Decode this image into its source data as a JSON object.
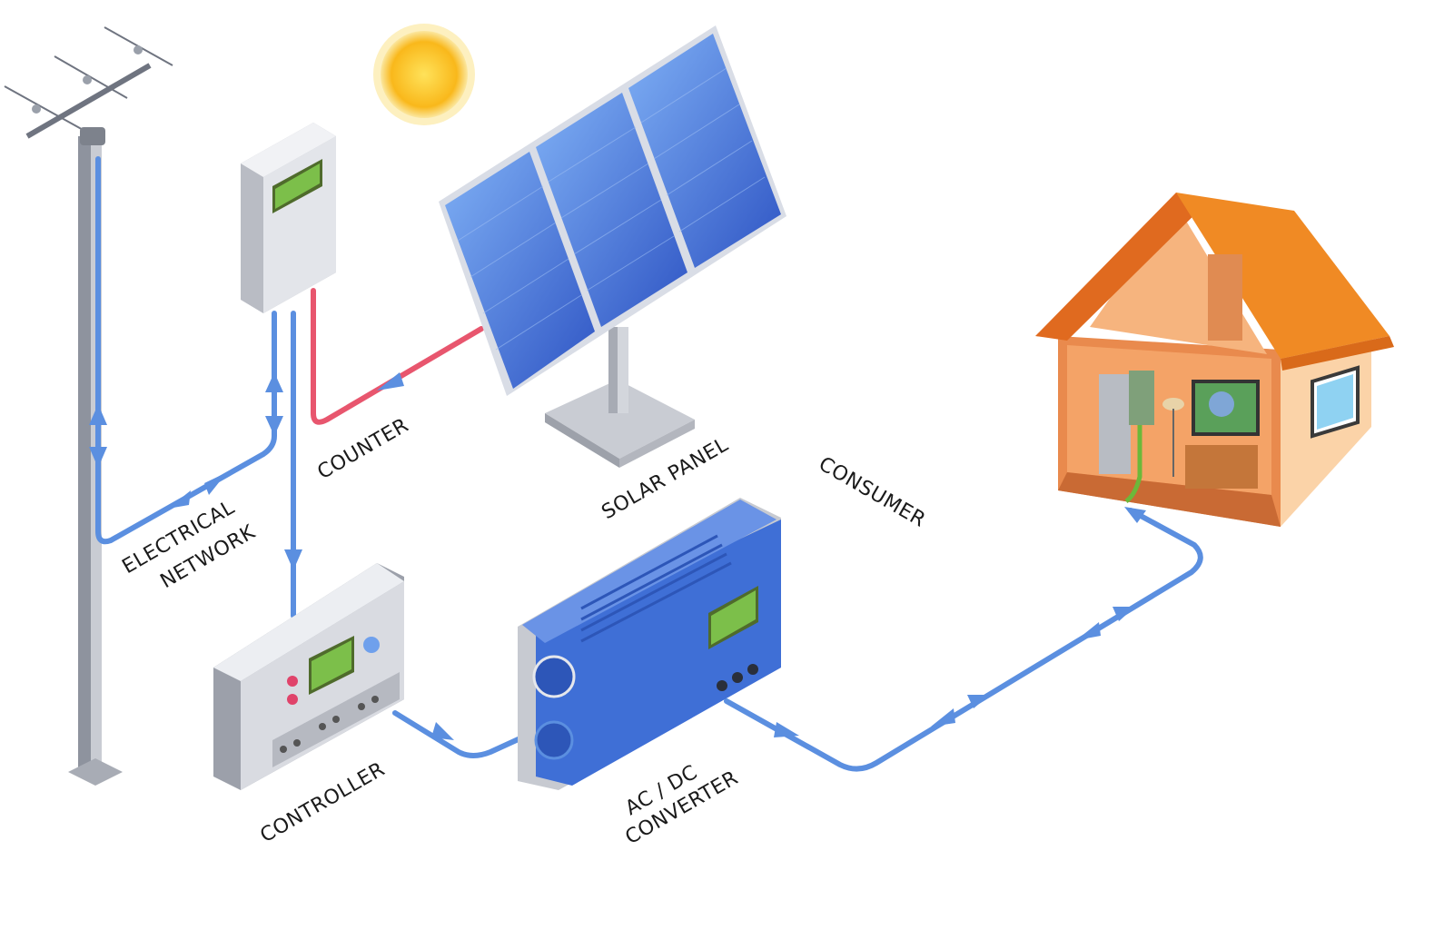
{
  "labels": {
    "counter": "COUNTER",
    "solar_panel": "SOLAR PANEL",
    "consumer": "CONSUMER",
    "electrical_network_1": "ELECTRICAL",
    "electrical_network_2": "NETWORK",
    "controller": "CONTROLLER",
    "converter_1": "AC / DC",
    "converter_2": "CONVERTER"
  },
  "colors": {
    "wire_blue": "#5b8fe0",
    "wire_red": "#e8566e",
    "screen_green": "#7cbf4a",
    "panel_blue": "#3f6fd6",
    "roof_orange": "#f08a24",
    "sun": "#f9b81b"
  }
}
